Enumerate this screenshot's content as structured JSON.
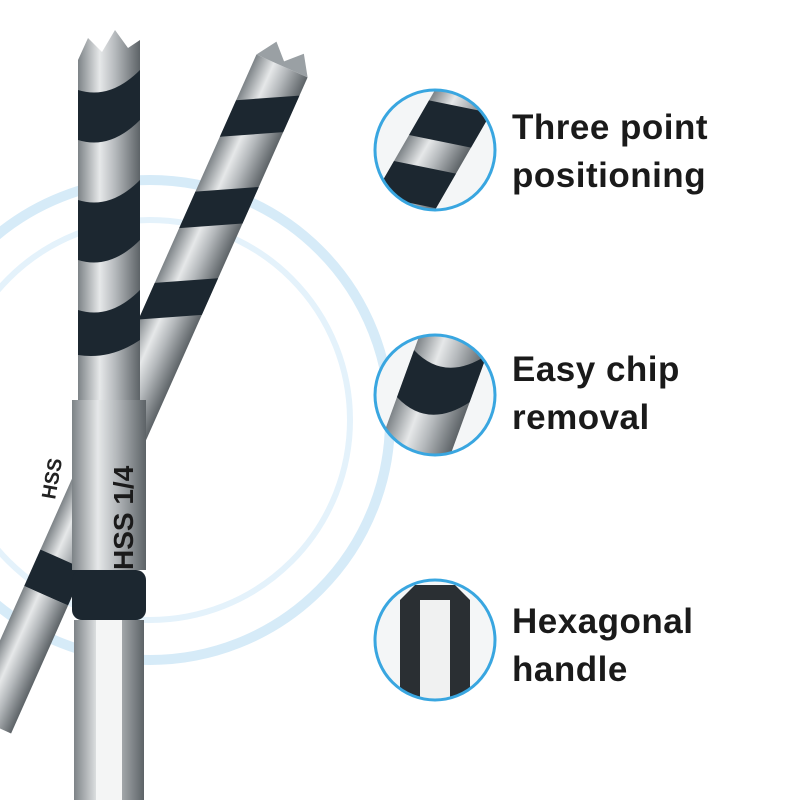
{
  "product": {
    "shank_marking_front": "HSS 1/4",
    "shank_marking_back": "HSS"
  },
  "features": [
    {
      "line1": "Three point",
      "line2": "positioning",
      "icon": "three-point-tip-closeup"
    },
    {
      "line1": "Easy chip",
      "line2": "removal",
      "icon": "spiral-flute-closeup"
    },
    {
      "line1": "Hexagonal",
      "line2": "handle",
      "icon": "hex-shank-closeup"
    }
  ],
  "colors": {
    "accent_blue": "#39a6e0",
    "ring_blue": "#cfe8f7",
    "steel": "#b9bdc0",
    "flute_dark": "#1c2730"
  }
}
